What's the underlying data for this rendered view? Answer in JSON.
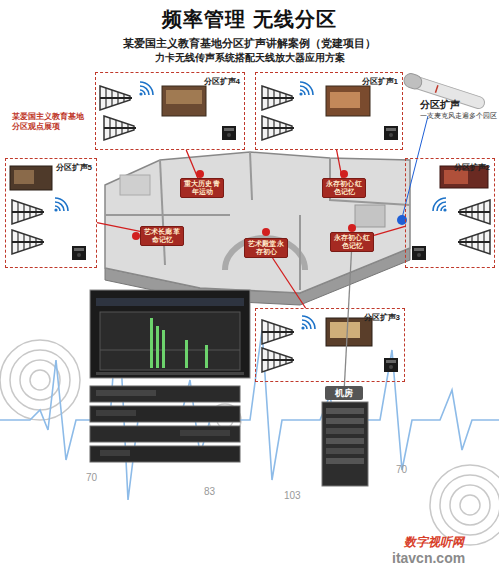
{
  "diagram": {
    "title": "频率管理 无线分区",
    "nodes": [
      {
        "text": [
          "分区扩声4"
        ]
      },
      {
        "text": [
          "分区扩声1"
        ]
      },
      {
        "text": [
          "分区扩声5"
        ]
      },
      {
        "text": [
          "重大历史 青年运动"
        ]
      },
      {
        "text": [
          "永存初心 红色记忆"
        ]
      },
      {
        "text": [
          "分区扩声2"
        ]
      },
      {
        "text": [
          "艺术长廊 革命记忆"
        ]
      },
      {
        "text": [
          "艺术殿堂 永存初心"
        ]
      },
      {
        "text": [
          "永存初心 红色记忆"
        ]
      },
      {
        "text": [
          "分区扩声3"
        ]
      },
      {
        "text": [
          "机房"
        ]
      }
    ],
    "edges": [
      {
        "from": 0,
        "to": 3,
        "arrow": "none"
      },
      {
        "from": 1,
        "to": 4,
        "arrow": "none"
      },
      {
        "from": 2,
        "to": 6,
        "arrow": "none"
      },
      {
        "from": 5,
        "to": 8,
        "arrow": "none"
      },
      {
        "from": 9,
        "to": 7,
        "arrow": "none"
      },
      {
        "from": 8,
        "to": 10,
        "arrow": "none"
      }
    ],
    "labels": [
      "某爱国主义教育基地分区扩声讲解案例（党建项目）",
      "力卡无线传声系统搭配天线放大器应用方案",
      "某爱国主义教育基地 分区观点展项",
      "分区扩声",
      "一支麦克风走遍多个园区",
      "70",
      "83",
      "103",
      "70",
      "数字视听网",
      "itavcn.com"
    ]
  }
}
